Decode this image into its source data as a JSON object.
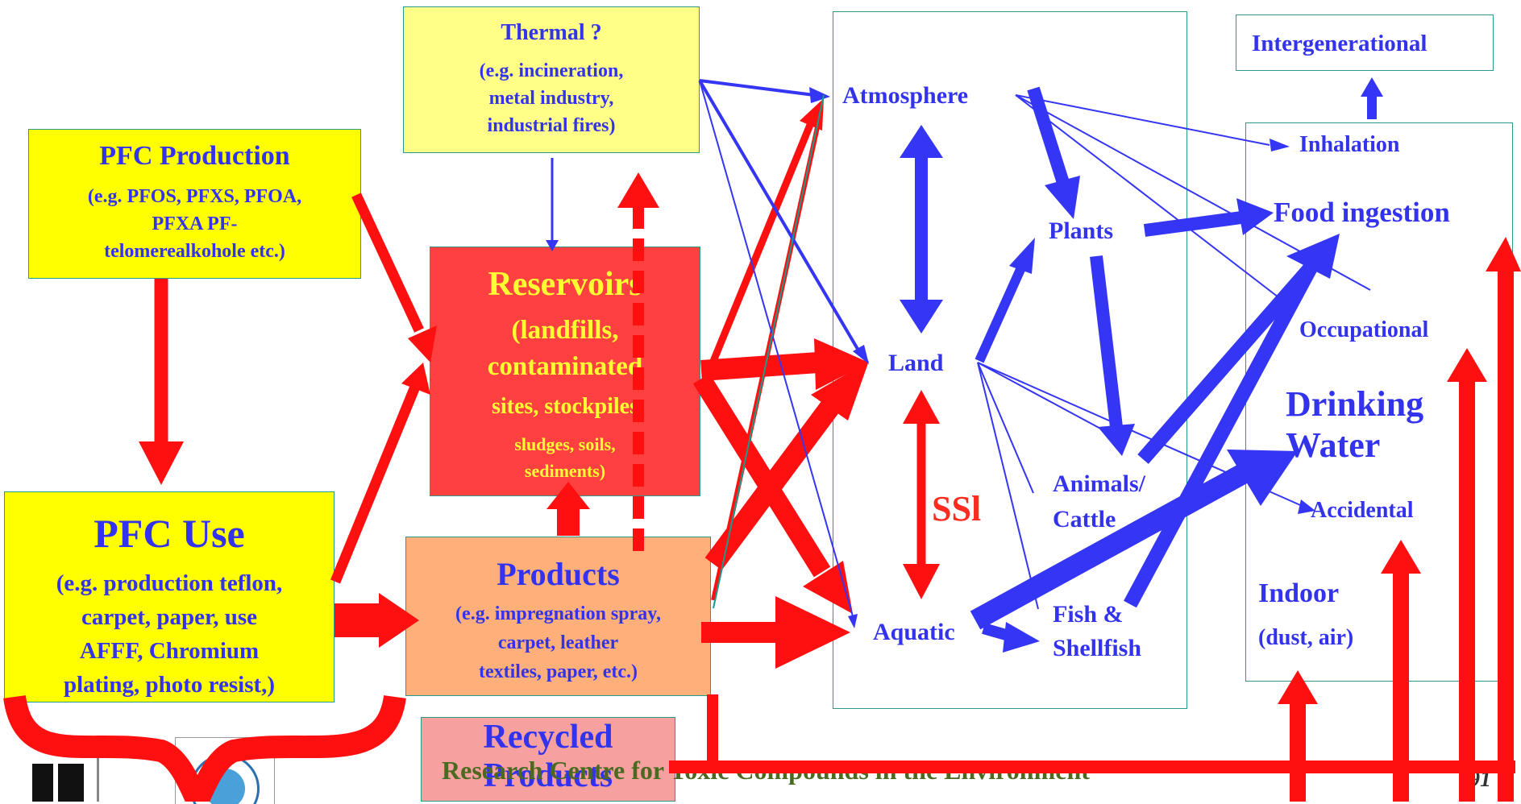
{
  "colors": {
    "yellow_box": "#ffff00",
    "light_yellow_box": "#ffff88",
    "reservoir_box": "#ff4040",
    "products_box": "#ffb07a",
    "recycled_box": "#f7a0a0",
    "teal_border": "#2a9a8a",
    "blue_text": "#3333ee",
    "red_arrow": "#ff1010",
    "blue_arrow": "#3535f5",
    "reservoir_text": "#ffff33",
    "footer_text": "#4a6a20"
  },
  "boxes": {
    "pfc_production": {
      "title": "PFC Production",
      "lines": [
        "(e.g. PFOS, PFXS, PFOA,",
        "PFXA PF-",
        "telomerealkohole etc.)"
      ]
    },
    "pfc_use": {
      "title": "PFC Use",
      "lines": [
        "(e.g. production teflon,",
        "carpet, paper, use",
        "AFFF, Chromium",
        "plating, photo resist,)"
      ]
    },
    "thermal": {
      "title": "Thermal ?",
      "lines": [
        "(e.g. incineration,",
        "metal industry,",
        "industrial fires)"
      ]
    },
    "reservoirs": {
      "title": "Reservoirs",
      "lines": [
        "(landfills,",
        "contaminated",
        "sites, stockpiles",
        "sludges, soils,",
        "sediments)"
      ]
    },
    "products": {
      "title": "Products",
      "lines": [
        "(e.g. impregnation spray,",
        "carpet, leather",
        "textiles, paper, etc.)"
      ]
    },
    "recycled": {
      "lines": [
        "Recycled",
        "Products"
      ]
    }
  },
  "environment": {
    "atmosphere": "Atmosphere",
    "land": "Land",
    "aquatic": "Aquatic",
    "plants": "Plants",
    "animals": [
      "Animals/",
      "Cattle"
    ],
    "fish": [
      "Fish &",
      "Shellfish"
    ],
    "ssl": "SSl"
  },
  "exposure": {
    "intergenerational": "Intergenerational",
    "inhalation": "Inhalation",
    "food_ingestion": "Food ingestion",
    "occupational": "Occupational",
    "drinking_water": [
      "Drinking",
      "Water"
    ],
    "accidental": "Accidental",
    "indoor": "Indoor",
    "indoor_sub": "(dust, air)"
  },
  "footer": {
    "text": "Research Centre for Toxic Compounds in the Environment",
    "page_number": "91"
  }
}
